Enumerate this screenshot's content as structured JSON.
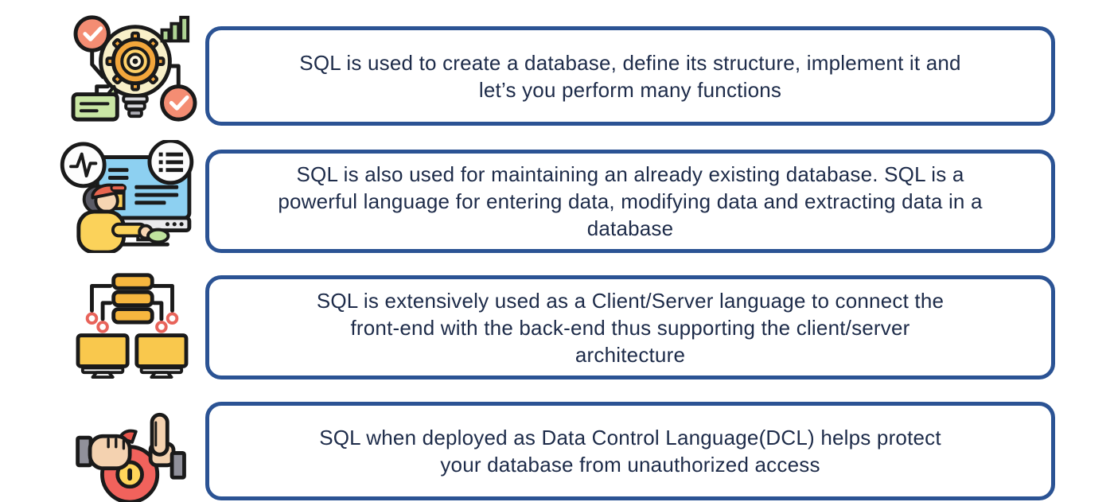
{
  "colors": {
    "box_border": "#2B5394",
    "box_background": "#FFFFFF",
    "text": "#1D2B49",
    "page_background": "#FFFFFF",
    "icon_salmon": "#F48D73",
    "icon_yellow": "#F6B63F",
    "icon_light_yellow": "#F8EFC8",
    "icon_green": "#BFE39E",
    "icon_blue": "#8DD0F1",
    "icon_red": "#F1625C",
    "icon_outline": "#1A1A1A"
  },
  "rows": [
    {
      "icon": "idea-gear-analytics-icon",
      "text": "SQL is used to create a database, define its structure, implement it and let’s you perform many functions"
    },
    {
      "icon": "developer-workstation-icon",
      "text": "SQL is also used for maintaining an already existing database. SQL is a powerful language for entering data, modifying data and extracting data in a database"
    },
    {
      "icon": "client-server-network-icon",
      "text": "SQL is extensively used as a Client/Server language to connect the front-end with the back-end thus supporting the client/server architecture"
    },
    {
      "icon": "access-control-security-icon",
      "text": "SQL when deployed as Data Control Language(DCL) helps protect your database from unauthorized access"
    }
  ]
}
